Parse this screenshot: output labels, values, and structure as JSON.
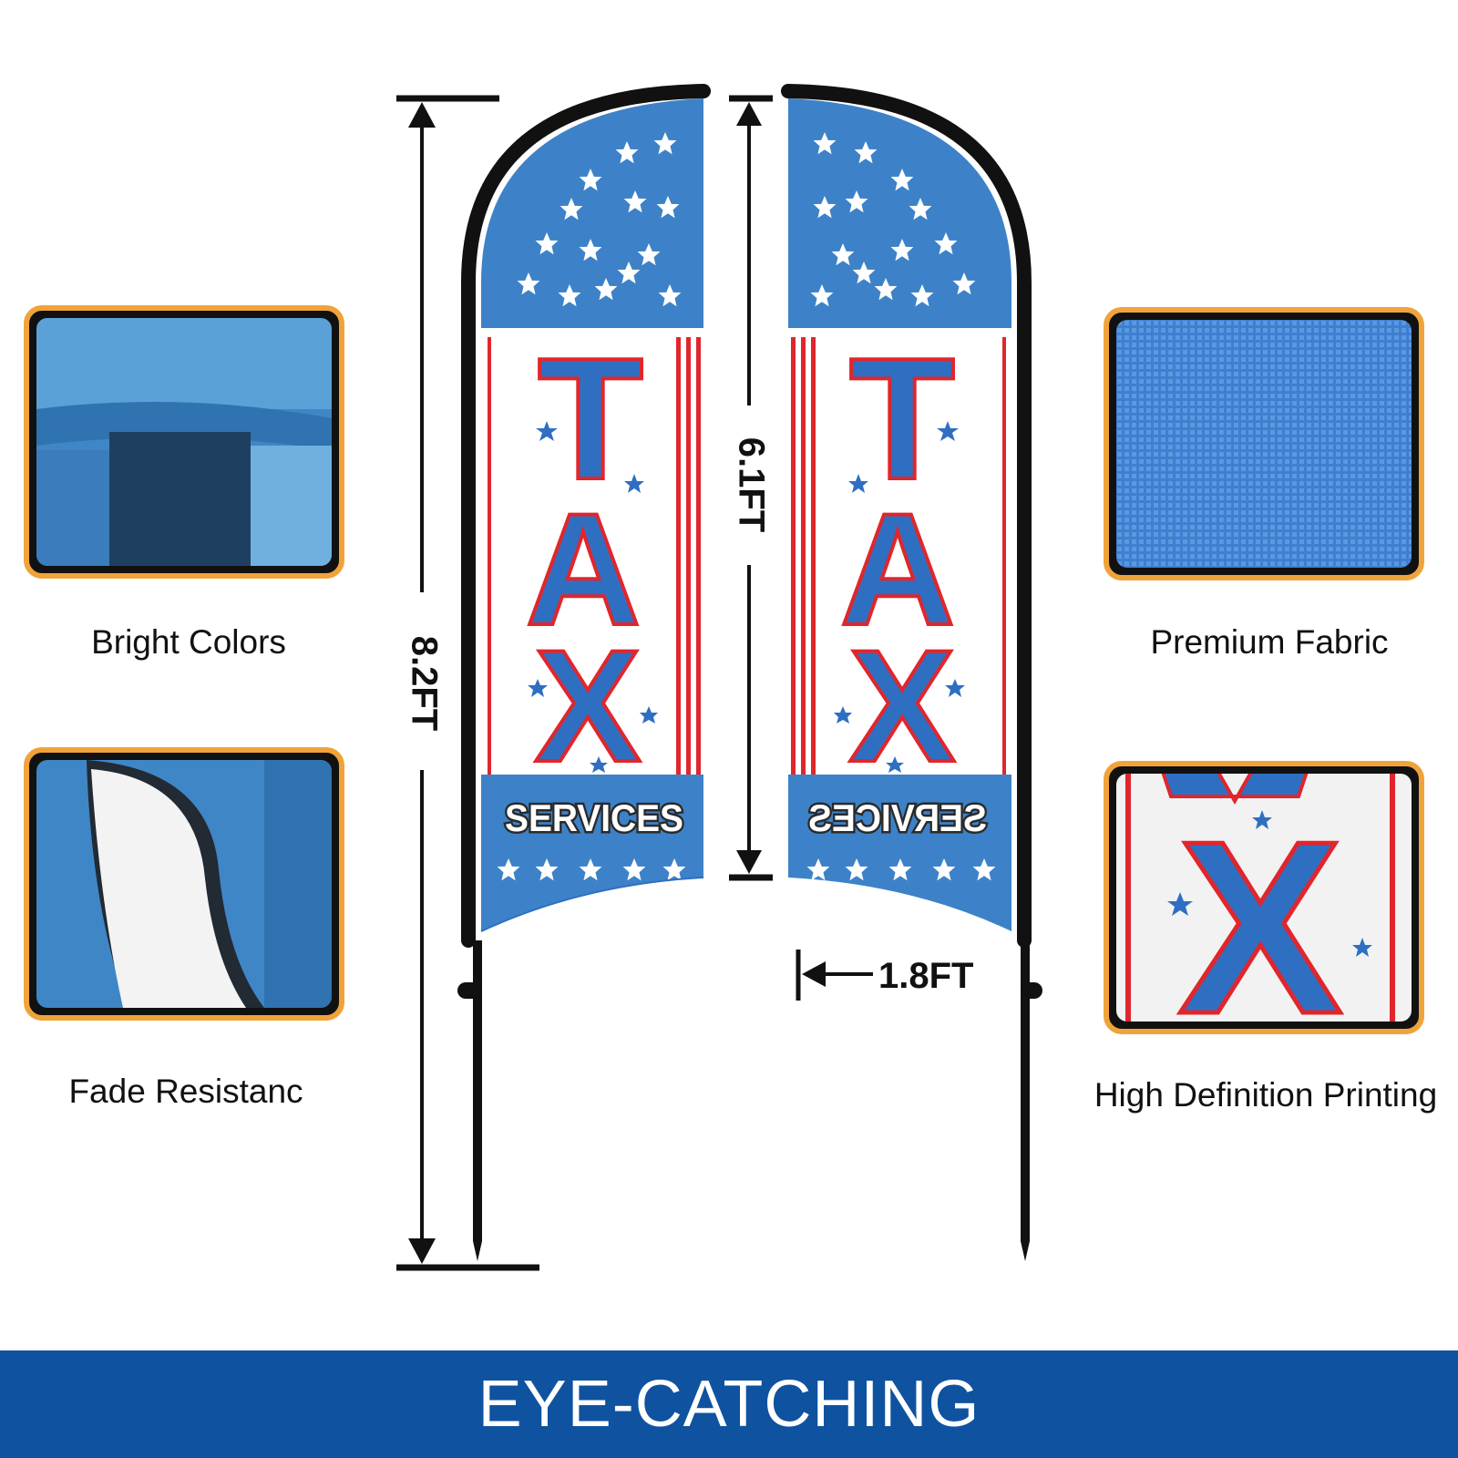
{
  "flag_left": {
    "headline": [
      "T",
      "A",
      "X"
    ],
    "subline": "SERVICES"
  },
  "flag_right": {
    "headline": [
      "T",
      "A",
      "X"
    ],
    "subline": "SERVICES"
  },
  "dimensions": {
    "total_height": "8.2FT",
    "flag_height": "6.1FT",
    "flag_width": "1.8FT"
  },
  "features": [
    {
      "label": "Bright Colors"
    },
    {
      "label": "Fade Resistanc"
    },
    {
      "label": "Premium Fabric"
    },
    {
      "label": "High Definition Printing"
    }
  ],
  "detail_letter": "X",
  "footer": {
    "banner": "EYE-CATCHING"
  },
  "colors": {
    "flag_blue": "#3d82c8",
    "letter_blue": "#2f6fc2",
    "accent_red": "#e0262c",
    "frame_orange": "#f0a33a",
    "footer_blue": "#0f52a0"
  }
}
